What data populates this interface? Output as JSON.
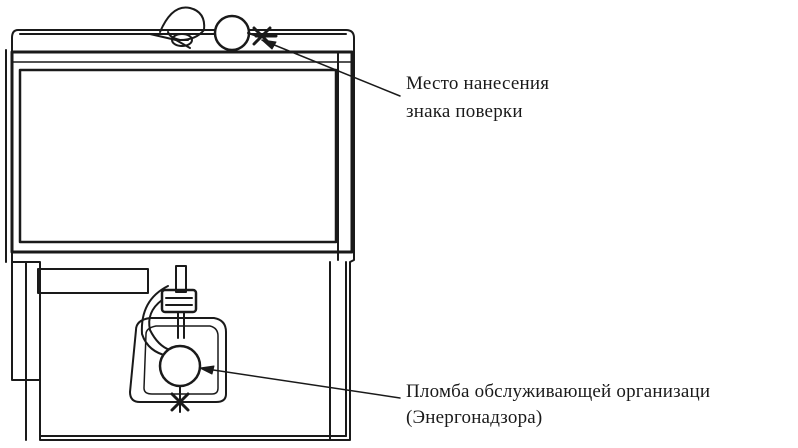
{
  "labels": {
    "verification_mark_place": {
      "line1": "Место нанесения",
      "line2": "знака поверки"
    },
    "service_seal": {
      "line1": "Пломба обслуживающей организаци",
      "line2": "(Энергонадзора)"
    }
  },
  "colors": {
    "ink": "#1a1a1a",
    "background": "#ffffff"
  }
}
